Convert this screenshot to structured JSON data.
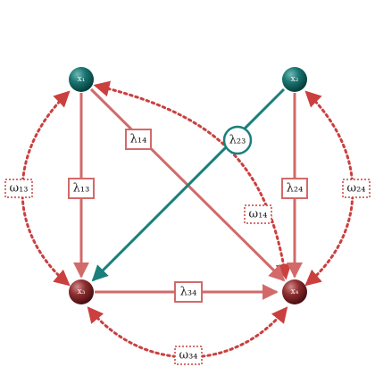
{
  "colors": {
    "solid_edge": "#d26a6a",
    "dotted_edge": "#c9403f",
    "teal_edge": "#1b7f7a",
    "teal_node": "#0f6b68",
    "red_node": "#8e2a2c",
    "label_bg": "#ffffff"
  },
  "nodes": [
    {
      "id": "x1",
      "label": "x₁",
      "color": "teal"
    },
    {
      "id": "x2",
      "label": "x₂",
      "color": "teal"
    },
    {
      "id": "x3",
      "label": "x₃",
      "color": "red"
    },
    {
      "id": "x4",
      "label": "x₄",
      "color": "red"
    }
  ],
  "edges": [
    {
      "id": "lambda13",
      "from": "x1",
      "to": "x3",
      "label": "λ₁₃",
      "style": "solid",
      "label_shape": "box"
    },
    {
      "id": "lambda14",
      "from": "x1",
      "to": "x4",
      "label": "λ₁₄",
      "style": "solid",
      "label_shape": "box"
    },
    {
      "id": "lambda23",
      "from": "x2",
      "to": "x3",
      "label": "λ₂₃",
      "style": "teal",
      "label_shape": "circle"
    },
    {
      "id": "lambda24",
      "from": "x2",
      "to": "x4",
      "label": "λ₂₄",
      "style": "solid",
      "label_shape": "box"
    },
    {
      "id": "lambda34",
      "from": "x3",
      "to": "x4",
      "label": "λ₃₄",
      "style": "solid",
      "label_shape": "box"
    }
  ],
  "covariances": [
    {
      "id": "omega13",
      "between": [
        "x1",
        "x3"
      ],
      "label": "ω₁₃",
      "style": "dotted",
      "label_shape": "dashed-box"
    },
    {
      "id": "omega14",
      "between": [
        "x1",
        "x4"
      ],
      "label": "ω₁₄",
      "style": "dotted",
      "label_shape": "dashed-box"
    },
    {
      "id": "omega24",
      "between": [
        "x2",
        "x4"
      ],
      "label": "ω₂₄",
      "style": "dotted",
      "label_shape": "dashed-box"
    },
    {
      "id": "omega34",
      "between": [
        "x3",
        "x4"
      ],
      "label": "ω₃₄",
      "style": "dotted",
      "label_shape": "dashed-box"
    }
  ]
}
